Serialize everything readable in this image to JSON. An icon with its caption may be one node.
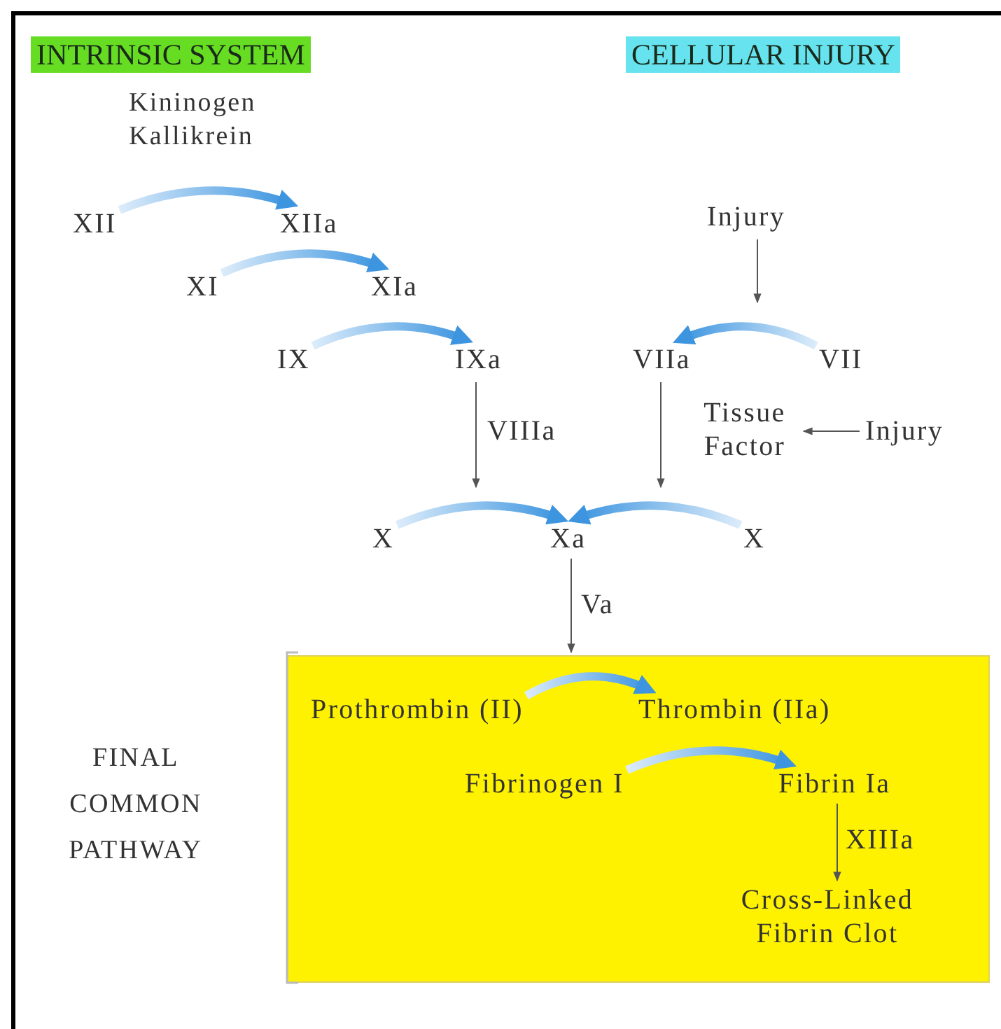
{
  "diagram": {
    "nodes": [
      {
        "text": [
          "INTRINSIC SYSTEM"
        ]
      },
      {
        "text": [
          "CELLULAR INJURY"
        ]
      },
      {
        "text": [
          "XII"
        ]
      },
      {
        "text": [
          "XIIa"
        ]
      },
      {
        "text": [
          "Injury"
        ]
      },
      {
        "text": [
          "XI"
        ]
      },
      {
        "text": [
          "XIa"
        ]
      },
      {
        "text": [
          "IX"
        ]
      },
      {
        "text": [
          "IXa"
        ]
      },
      {
        "text": [
          "VIIa"
        ]
      },
      {
        "text": [
          "VII"
        ]
      },
      {
        "text": [
          "Tissue Factor"
        ]
      },
      {
        "text": [
          "Injury"
        ]
      },
      {
        "text": [
          "X"
        ]
      },
      {
        "text": [
          "Xa"
        ]
      },
      {
        "text": [
          "X"
        ]
      },
      {
        "text": [],
        "shape": "box"
      },
      {
        "text": [
          "Prothrombin (II)"
        ],
        "in": 16
      },
      {
        "text": [
          "Thrombin (IIa)"
        ],
        "in": 16
      },
      {
        "text": [
          "Fibrinogen I"
        ],
        "in": 16
      },
      {
        "text": [
          "Fibrin Ia"
        ],
        "in": 16
      },
      {
        "text": [
          "Cross-Linked Fibrin Clot"
        ],
        "in": 16
      }
    ],
    "edges": [
      {
        "from": 2,
        "to": 3,
        "arrow": "to",
        "label": "Kininogen Kallikrein",
        "style": "thick",
        "color": "#3d95e0"
      },
      {
        "from": 5,
        "to": 6,
        "arrow": "to",
        "style": "thick",
        "color": "#3d95e0"
      },
      {
        "from": 7,
        "to": 8,
        "arrow": "to",
        "style": "thick",
        "color": "#3d95e0"
      },
      {
        "from": 10,
        "to": 9,
        "arrow": "to",
        "style": "thick",
        "color": "#3d95e0"
      },
      {
        "from": 4,
        "to": null,
        "arrow": "to"
      },
      {
        "from": 8,
        "to": null,
        "arrow": "to",
        "label": "VIIIa"
      },
      {
        "from": 9,
        "to": null,
        "arrow": "to"
      },
      {
        "from": 12,
        "to": 11,
        "arrow": "to"
      },
      {
        "from": 13,
        "to": 14,
        "arrow": "to",
        "style": "thick",
        "color": "#3d95e0"
      },
      {
        "from": 15,
        "to": 14,
        "arrow": "to",
        "style": "thick",
        "color": "#3d95e0"
      },
      {
        "from": 14,
        "to": 16,
        "arrow": "to",
        "label": "Va"
      },
      {
        "from": 17,
        "to": 18,
        "arrow": "to",
        "style": "thick",
        "color": "#3d95e0"
      },
      {
        "from": 19,
        "to": 20,
        "arrow": "to",
        "style": "thick",
        "color": "#3d95e0"
      },
      {
        "from": 20,
        "to": 21,
        "arrow": "to",
        "label": "XIIIa"
      }
    ],
    "labels": [
      "FINAL COMMON PATHWAY"
    ]
  }
}
